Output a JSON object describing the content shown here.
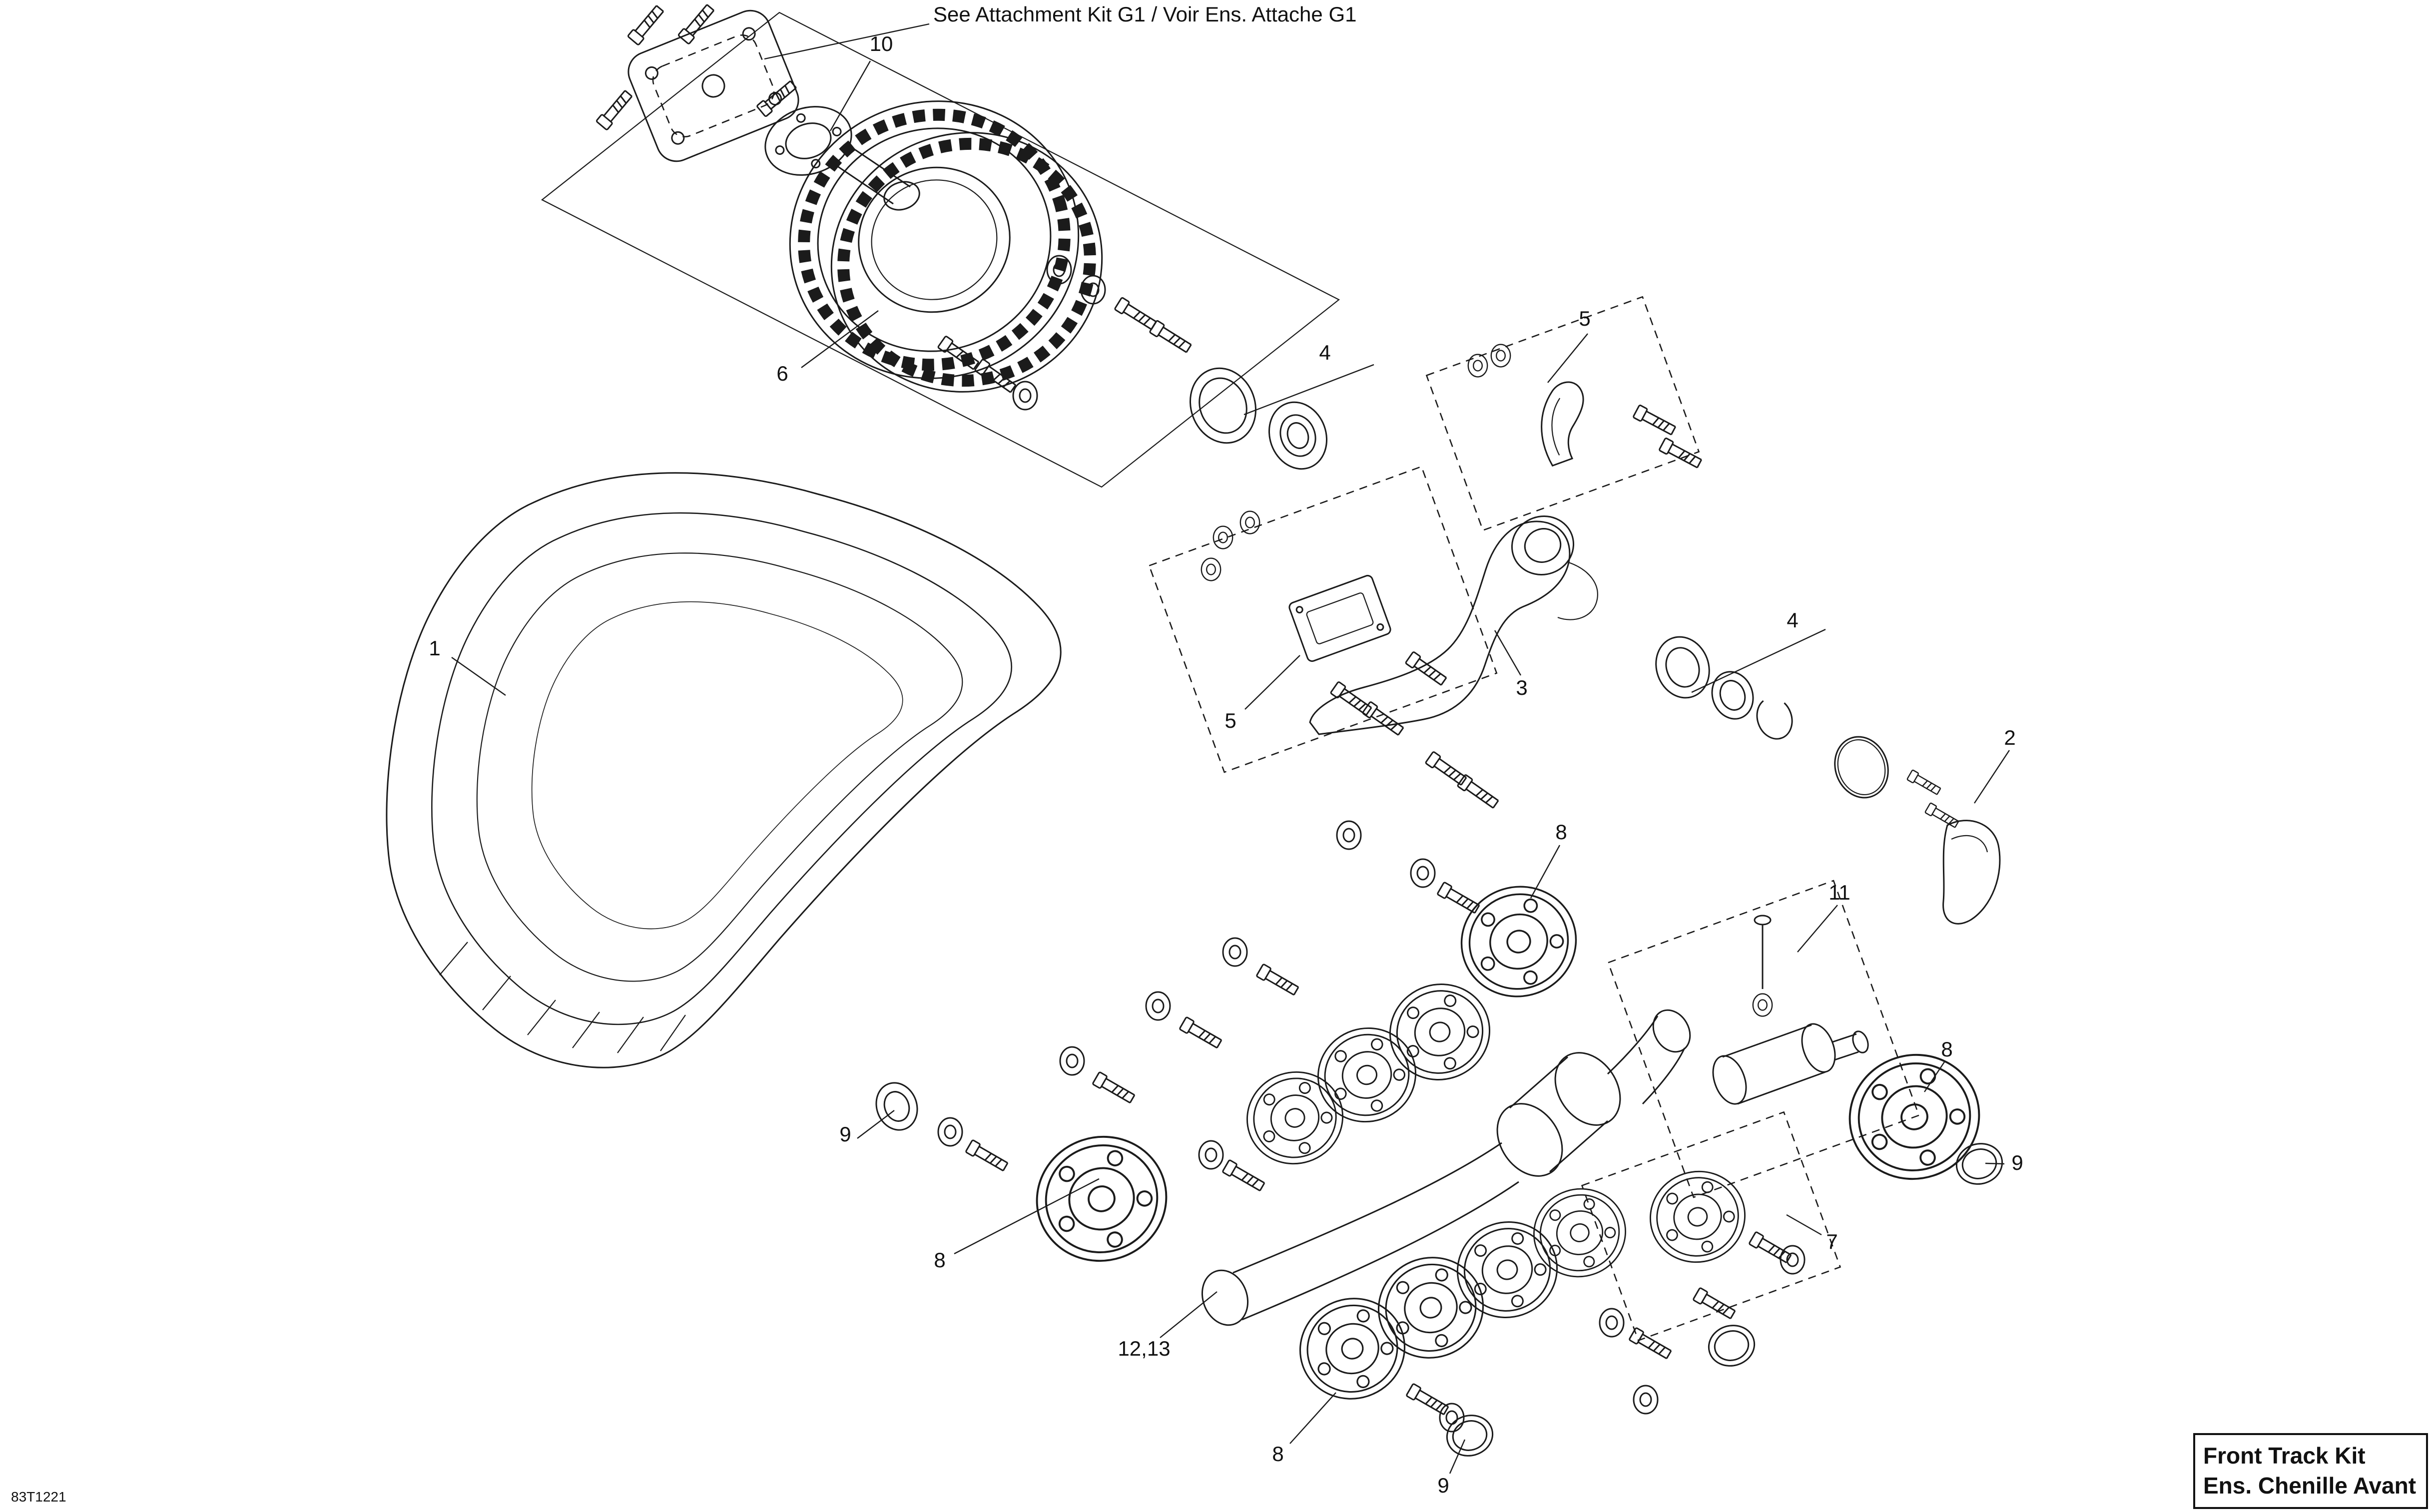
{
  "diagram": {
    "top_annotation": "See Attachment Kit G1 / Voir Ens. Attache G1",
    "drawing_code": "83T1221",
    "title_block": {
      "line1": "Front Track Kit",
      "line2": "Ens. Chenille Avant"
    },
    "colors": {
      "line": "#1b1b1b",
      "background": "#ffffff"
    },
    "callouts": [
      {
        "id": "10",
        "label": "10"
      },
      {
        "id": "6",
        "label": "6"
      },
      {
        "id": "1",
        "label": "1"
      },
      {
        "id": "4-top",
        "label": "4"
      },
      {
        "id": "5-top",
        "label": "5"
      },
      {
        "id": "5-mid",
        "label": "5"
      },
      {
        "id": "3",
        "label": "3"
      },
      {
        "id": "4-right",
        "label": "4"
      },
      {
        "id": "2",
        "label": "2"
      },
      {
        "id": "8-upper",
        "label": "8"
      },
      {
        "id": "11",
        "label": "11"
      },
      {
        "id": "8-right",
        "label": "8"
      },
      {
        "id": "9-right",
        "label": "9"
      },
      {
        "id": "9-left",
        "label": "9"
      },
      {
        "id": "8-left",
        "label": "8"
      },
      {
        "id": "7",
        "label": "7"
      },
      {
        "id": "12-13",
        "label": "12,13"
      },
      {
        "id": "8-bottom",
        "label": "8"
      },
      {
        "id": "9-bottom",
        "label": "9"
      }
    ]
  }
}
